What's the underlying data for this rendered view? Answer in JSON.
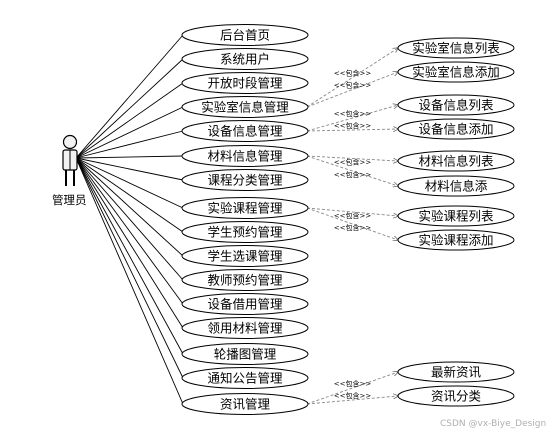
{
  "actor": {
    "label": "管理员",
    "icon": "stick-figure-actor-icon"
  },
  "use_cases": [
    {
      "id": "uc1",
      "label": "后台首页"
    },
    {
      "id": "uc2",
      "label": "系统用户"
    },
    {
      "id": "uc3",
      "label": "开放时段管理"
    },
    {
      "id": "uc4",
      "label": "实验室信息管理"
    },
    {
      "id": "uc5",
      "label": "设备信息管理"
    },
    {
      "id": "uc6",
      "label": "材料信息管理"
    },
    {
      "id": "uc7",
      "label": "课程分类管理"
    },
    {
      "id": "uc8",
      "label": "实验课程管理"
    },
    {
      "id": "uc9",
      "label": "学生预约管理"
    },
    {
      "id": "uc10",
      "label": "学生选课管理"
    },
    {
      "id": "uc11",
      "label": "教师预约管理"
    },
    {
      "id": "uc12",
      "label": "设备借用管理"
    },
    {
      "id": "uc13",
      "label": "领用材料管理"
    },
    {
      "id": "uc14",
      "label": "轮播图管理"
    },
    {
      "id": "uc15",
      "label": "通知公告管理"
    },
    {
      "id": "uc16",
      "label": "资讯管理"
    }
  ],
  "sub_use_cases": [
    {
      "id": "s1",
      "label": "实验室信息列表"
    },
    {
      "id": "s2",
      "label": "实验室信息添加"
    },
    {
      "id": "s3",
      "label": "设备信息列表"
    },
    {
      "id": "s4",
      "label": "设备信息添加"
    },
    {
      "id": "s5",
      "label": "材料信息列表"
    },
    {
      "id": "s6",
      "label": "材料信息添"
    },
    {
      "id": "s7",
      "label": "实验课程列表"
    },
    {
      "id": "s8",
      "label": "实验课程添加"
    },
    {
      "id": "s9",
      "label": "最新资讯"
    },
    {
      "id": "s10",
      "label": "资讯分类"
    }
  ],
  "include_relations": [
    {
      "from": "uc4",
      "to": "s1",
      "label": "<<包含>>"
    },
    {
      "from": "uc4",
      "to": "s2",
      "label": "<<包含>>"
    },
    {
      "from": "uc5",
      "to": "s3",
      "label": "<<包含>>"
    },
    {
      "from": "uc5",
      "to": "s4",
      "label": "<<包含>>"
    },
    {
      "from": "uc6",
      "to": "s5",
      "label": "<<包含>>"
    },
    {
      "from": "uc6",
      "to": "s6",
      "label": "<<包含>>"
    },
    {
      "from": "uc8",
      "to": "s7",
      "label": "<<包含>>"
    },
    {
      "from": "uc8",
      "to": "s8",
      "label": "<<包含>>"
    },
    {
      "from": "uc16",
      "to": "s9",
      "label": "<<包含>>"
    },
    {
      "from": "uc16",
      "to": "s10",
      "label": "<<包含>>"
    }
  ],
  "watermark": "CSDN @vx-Biye_Design",
  "colors": {
    "stroke": "#000000",
    "dashed": "#888888",
    "actor_fill": "#f2f2f2",
    "watermark": "#b0b0b0"
  }
}
